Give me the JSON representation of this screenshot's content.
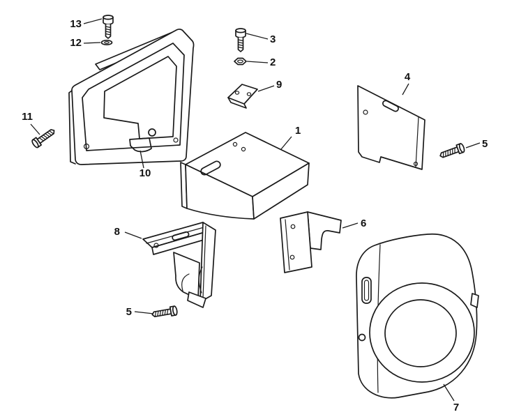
{
  "diagram": {
    "background": "#ffffff",
    "line_color": "#1a1a1a",
    "callouts": {
      "part1": "1",
      "part2": "2",
      "part3": "3",
      "part4": "4",
      "part5_right": "5",
      "part5_lower": "5",
      "part6": "6",
      "part7": "7",
      "part8": "8",
      "part9": "9",
      "part10": "10",
      "part11": "11",
      "part12": "12",
      "part13": "13"
    }
  }
}
